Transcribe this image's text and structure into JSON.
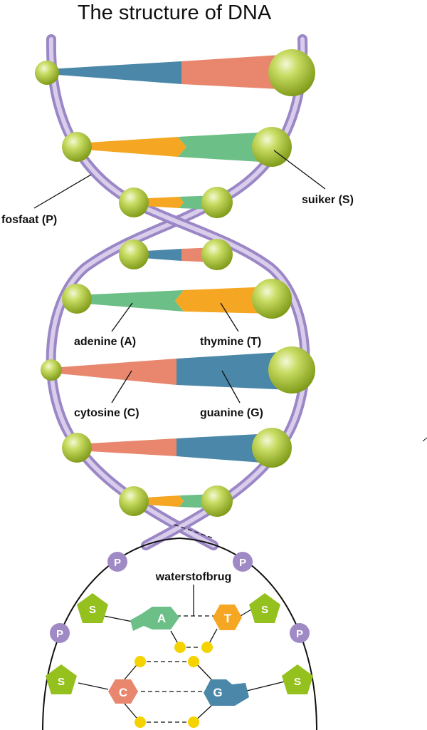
{
  "title": "The structure of DNA",
  "labels": {
    "phosphate": "fosfaat (P)",
    "sugar": "suiker (S)",
    "adenine": "adenine (A)",
    "thymine": "thymine (T)",
    "cytosine": "cytosine (C)",
    "guanine": "guanine (G)",
    "hydrogen_bond": "waterstofbrug"
  },
  "letters": {
    "phosphate": "P",
    "sugar": "S",
    "adenine": "A",
    "thymine": "T",
    "cytosine": "C",
    "guanine": "G"
  },
  "colors": {
    "backbone": "#c6b5dd",
    "sphere": "#a3bf2e",
    "adenine": "#6bbf87",
    "thymine": "#f5a623",
    "cytosine": "#e8876d",
    "guanine": "#4a87a8",
    "phosphate": "#a08ac5",
    "sugar": "#95c11f",
    "hydrogen": "#f5d300"
  }
}
